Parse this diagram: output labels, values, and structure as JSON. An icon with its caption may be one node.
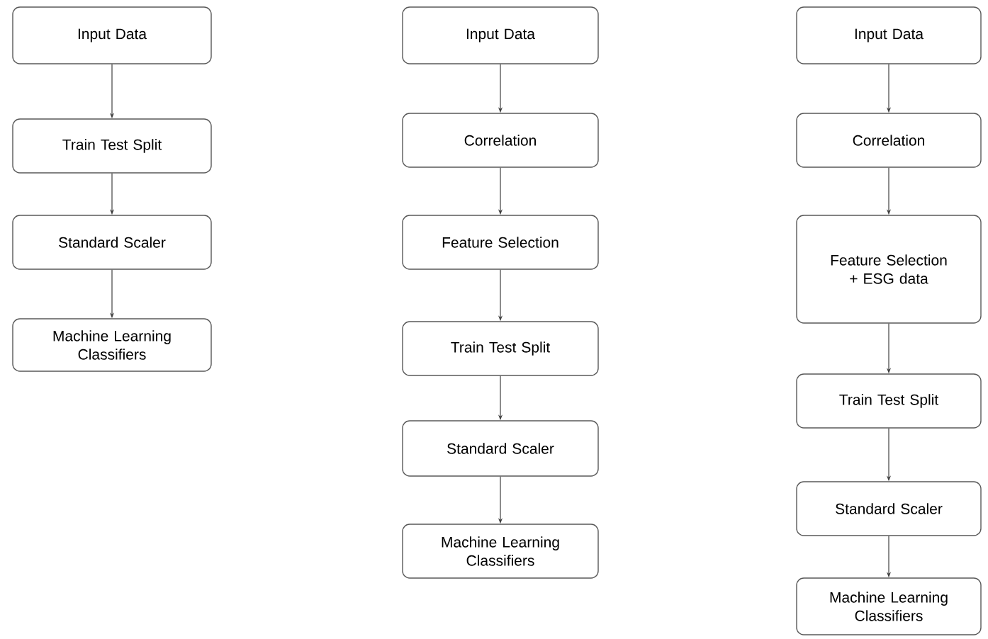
{
  "diagram": {
    "nodes": [
      {
        "text": [
          "Input Data"
        ]
      },
      {
        "text": [
          "Train Test Split"
        ]
      },
      {
        "text": [
          "Standard Scaler"
        ]
      },
      {
        "text": [
          "Machine Learning Classifiers"
        ]
      },
      {
        "text": [
          "Input Data"
        ]
      },
      {
        "text": [
          "Correlation"
        ]
      },
      {
        "text": [
          "Feature Selection"
        ]
      },
      {
        "text": [
          "Train Test Split"
        ]
      },
      {
        "text": [
          "Standard Scaler"
        ]
      },
      {
        "text": [
          "Machine Learning Classifiers"
        ]
      },
      {
        "text": [
          "Input Data"
        ]
      },
      {
        "text": [
          "Correlation"
        ]
      },
      {
        "text": [
          "Feature Selection + ESG data"
        ]
      },
      {
        "text": [
          "Train Test Split"
        ]
      },
      {
        "text": [
          "Standard Scaler"
        ]
      },
      {
        "text": [
          "Machine Learning Classifiers"
        ]
      }
    ],
    "edges": [
      {
        "from": 0,
        "to": 1,
        "arrow": "to"
      },
      {
        "from": 1,
        "to": 2,
        "arrow": "to"
      },
      {
        "from": 2,
        "to": 3,
        "arrow": "to"
      },
      {
        "from": 4,
        "to": 5,
        "arrow": "to"
      },
      {
        "from": 5,
        "to": 6,
        "arrow": "to"
      },
      {
        "from": 6,
        "to": 7,
        "arrow": "to"
      },
      {
        "from": 7,
        "to": 8,
        "arrow": "to"
      },
      {
        "from": 8,
        "to": 9,
        "arrow": "to"
      },
      {
        "from": 10,
        "to": 11,
        "arrow": "to"
      },
      {
        "from": 11,
        "to": 12,
        "arrow": "to"
      },
      {
        "from": 12,
        "to": 13,
        "arrow": "to"
      },
      {
        "from": 13,
        "to": 14,
        "arrow": "to"
      },
      {
        "from": 14,
        "to": 15,
        "arrow": "to"
      }
    ]
  }
}
